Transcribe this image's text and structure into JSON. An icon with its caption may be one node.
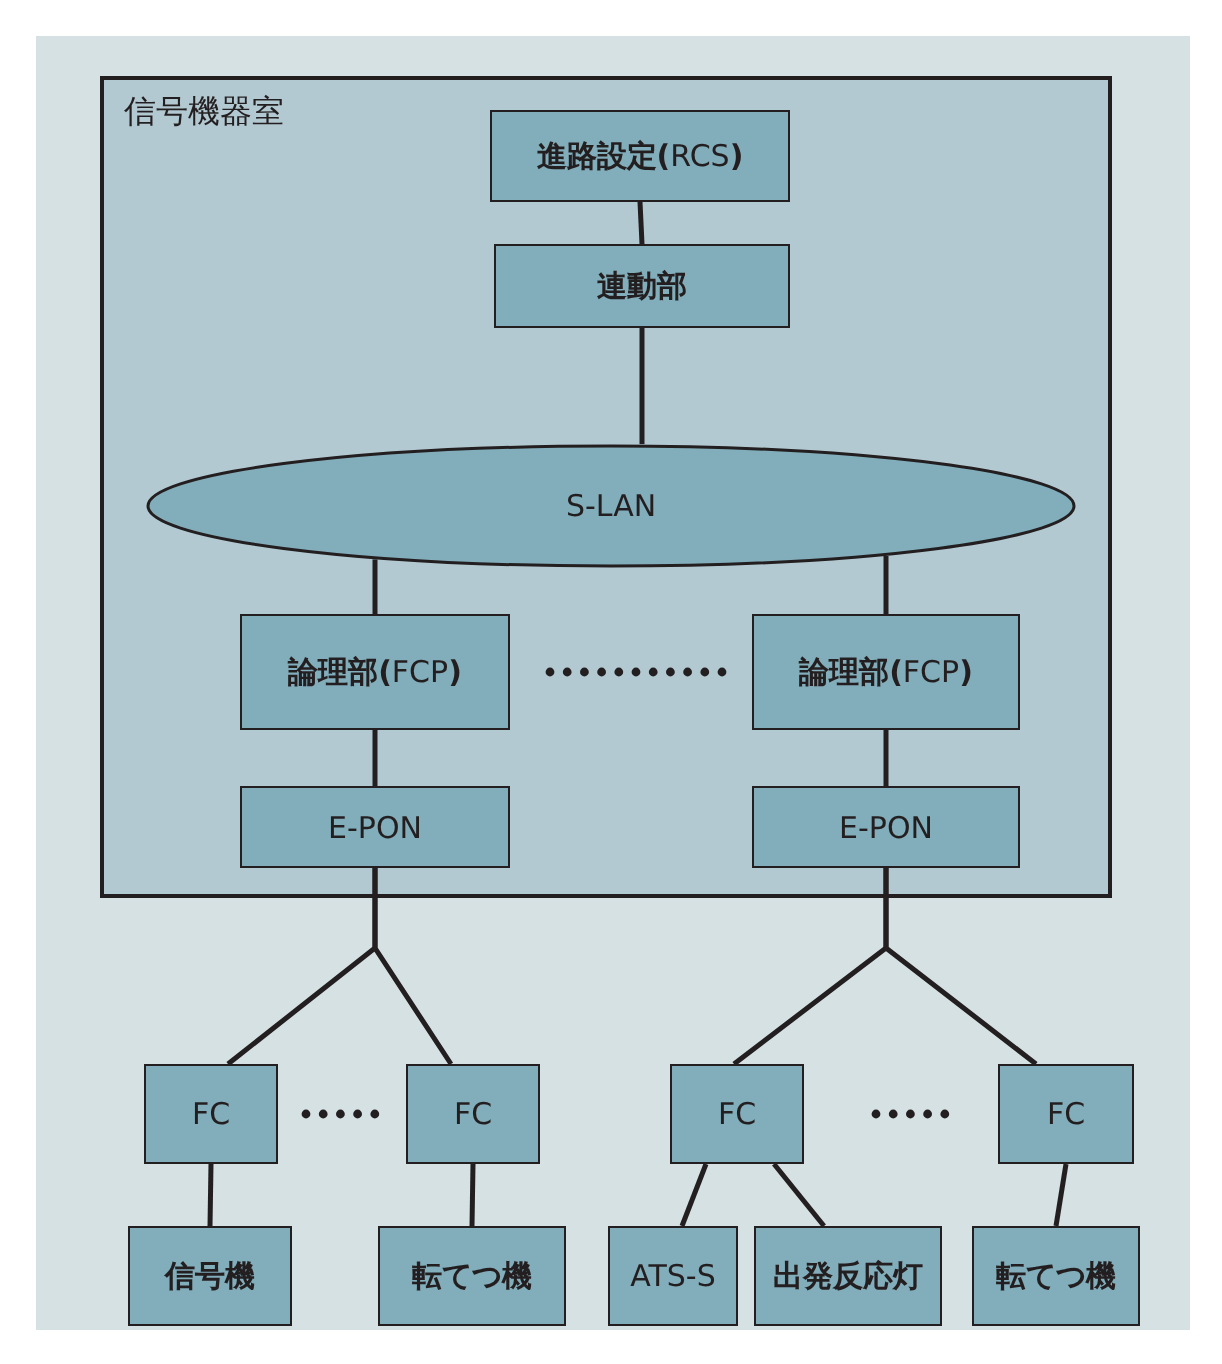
{
  "diagram": {
    "nodes": [
      {
        "text": [
          "信号機器室"
        ]
      },
      {
        "text": [
          "**進路設定(**RCS**)**"
        ],
        "in": 0
      },
      {
        "text": [
          "**連動部**"
        ],
        "in": 0
      },
      {
        "text": [
          "S-LAN"
        ],
        "in": 0
      },
      {
        "text": [
          "**論理部(**FCP**)**"
        ],
        "in": 0
      },
      {
        "text": [
          "**論理部(**FCP**)**"
        ],
        "in": 0
      },
      {
        "text": [
          "E-PON"
        ],
        "in": 0
      },
      {
        "text": [
          "E-PON"
        ],
        "in": 0
      },
      {
        "text": [
          "FC"
        ]
      },
      {
        "text": [
          "FC"
        ]
      },
      {
        "text": [
          "FC"
        ]
      },
      {
        "text": [
          "FC"
        ]
      },
      {
        "text": [
          "信号機"
        ]
      },
      {
        "text": [
          "転てつ機"
        ]
      },
      {
        "text": [
          "ATS-S"
        ]
      },
      {
        "text": [
          "出発反応灯"
        ]
      },
      {
        "text": [
          "転てつ機"
        ]
      }
    ],
    "edges": [
      {
        "from": 1,
        "to": 2,
        "arrow": "none"
      },
      {
        "from": 2,
        "to": 3,
        "arrow": "none"
      },
      {
        "from": 3,
        "to": 4,
        "arrow": "none"
      },
      {
        "from": 3,
        "to": 5,
        "arrow": "none"
      },
      {
        "from": 4,
        "to": 6,
        "arrow": "none"
      },
      {
        "from": 5,
        "to": 7,
        "arrow": "none"
      },
      {
        "from": 6,
        "to": 8,
        "arrow": "none"
      },
      {
        "from": 6,
        "to": 9,
        "arrow": "none"
      },
      {
        "from": 7,
        "to": 10,
        "arrow": "none"
      },
      {
        "from": 7,
        "to": 11,
        "arrow": "none"
      },
      {
        "from": 8,
        "to": 12,
        "arrow": "none"
      },
      {
        "from": 9,
        "to": 13,
        "arrow": "none"
      },
      {
        "from": 10,
        "to": 14,
        "arrow": "none"
      },
      {
        "from": 10,
        "to": 15,
        "arrow": "none"
      },
      {
        "from": 11,
        "to": 16,
        "arrow": "none"
      }
    ]
  }
}
